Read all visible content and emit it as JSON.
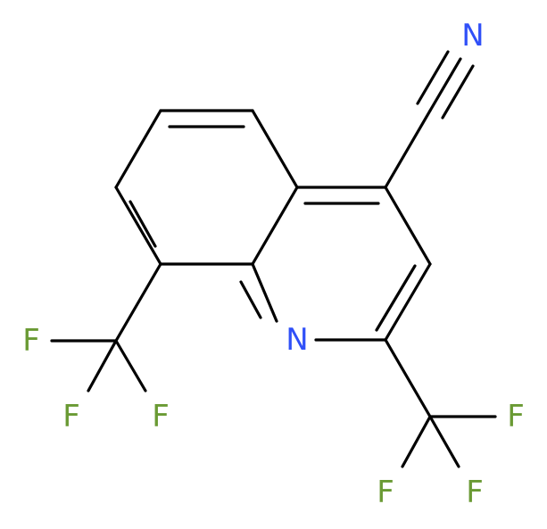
{
  "molecule": {
    "atoms": {
      "n_ring": "N",
      "n_nitrile": "N",
      "f1": "F",
      "f2": "F",
      "f3": "F",
      "f4": "F",
      "f5": "F",
      "f6": "F"
    },
    "colors": {
      "nitrogen": "#3050f8",
      "fluorine": "#6a9a34",
      "bond": "#000000"
    }
  }
}
